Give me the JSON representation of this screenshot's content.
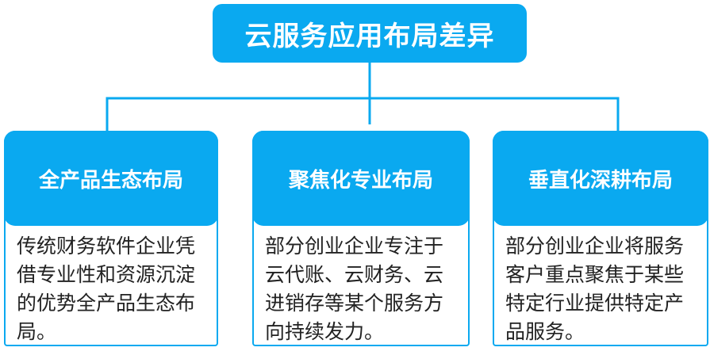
{
  "title": "云服务应用布局差异",
  "branches": [
    {
      "heading": "全产品生态布局",
      "body": "传统财务软件企业凭借专业性和资源沉淀的优势全产品生态布局。"
    },
    {
      "heading": "聚焦化专业布局",
      "body": "部分创业企业专注于云代账、云财务、云进销存等某个服务方向持续发力。"
    },
    {
      "heading": "垂直化深耕布局",
      "body": "部分创业企业将服务客户重点聚焦于某些特定行业提供特定产品服务。"
    }
  ],
  "colors": {
    "accent": "#0aa9f0",
    "text": "#222222"
  }
}
